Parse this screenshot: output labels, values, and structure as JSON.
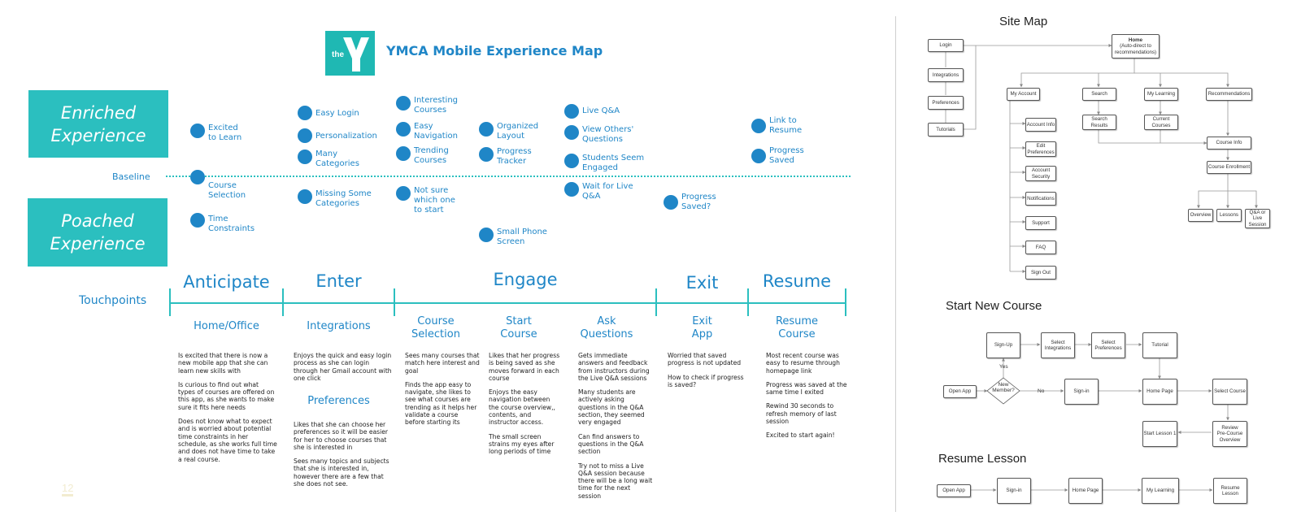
{
  "journey": {
    "title": "YMCA Mobile Experience Map",
    "logo_text": "the",
    "enriched": "Enriched\nExperience",
    "poached": "Poached\nExperience",
    "baseline": "Baseline",
    "touchpoints": "Touchpoints",
    "page_number": "12",
    "emotions": [
      {
        "label": "Excited\n to  Learn"
      },
      {
        "label": "Course\nSelection"
      },
      {
        "label": "Time\nConstraints"
      },
      {
        "label": "Easy Login"
      },
      {
        "label": "Personalization"
      },
      {
        "label": "Many\nCategories"
      },
      {
        "label": "Missing Some\nCategories"
      },
      {
        "label": "Interesting\nCourses"
      },
      {
        "label": "Easy\nNavigation"
      },
      {
        "label": "Trending\nCourses"
      },
      {
        "label": "Not sure\nwhich one\nto start"
      },
      {
        "label": "Organized\nLayout"
      },
      {
        "label": "Progress\nTracker"
      },
      {
        "label": "Small Phone\nScreen"
      },
      {
        "label": "Live Q&A"
      },
      {
        "label": "View Others'\nQuestions"
      },
      {
        "label": "Students Seem\nEngaged"
      },
      {
        "label": "Wait for Live\nQ&A"
      },
      {
        "label": "Progress\nSaved?"
      },
      {
        "label": "Link to\nResume"
      },
      {
        "label": "Progress\nSaved"
      }
    ],
    "stages": [
      "Anticipate",
      "Enter",
      "Engage",
      "Exit",
      "Resume"
    ],
    "subs": [
      {
        "title": "Home/Office",
        "desc": [
          "Is excited that there is now a new mobile app that she can learn new skills with",
          "Is curious to find out what types of courses are offered on this app, as she wants to make sure it fits here needs",
          "Does not know what to expect and is worried about potential time constraints in her schedule, as she works full time and does not have time to take a real course."
        ]
      },
      {
        "title": "Integrations",
        "desc": [
          "Enjoys the quick and easy login process as she can login through her Gmail account with one click"
        ]
      },
      {
        "title": "Preferences",
        "desc": [
          "Likes that she can choose her preferences so it will be easier for her to choose courses that she is interested in",
          "Sees many topics and subjects that she is interested in, however there are a few that she does not see."
        ]
      },
      {
        "title": "Course\nSelection",
        "desc": [
          "Sees many courses that match here interest and goal",
          "Finds the app easy to navigate, she likes to see what courses are trending as it helps her validate a course before starting its"
        ]
      },
      {
        "title": "Start\nCourse",
        "desc": [
          "Likes that her progress is being saved as she moves forward in each course",
          "Enjoys the easy navigation between  the course overview,, contents, and instructor access.",
          "The small screen strains my eyes after long periods of time"
        ]
      },
      {
        "title": "Ask\nQuestions",
        "desc": [
          "Gets immediate answers and feedback from instructors during the Live Q&A sessions",
          "Many students are actively asking questions in the Q&A section, they seemed very engaged",
          "Can find answers to questions in the Q&A section",
          "Try not to miss a Live Q&A session because there will be a long wait time for the next session"
        ]
      },
      {
        "title": "Exit\nApp",
        "desc": [
          "Worried that saved progress is not updated",
          "How to check if progress is saved?"
        ]
      },
      {
        "title": "Resume\nCourse",
        "desc": [
          "Most recent course was easy to resume through homepage link",
          "Progress was saved at the same time I exited",
          "Rewind 30 seconds to refresh memory of last session",
          "Excited to start again!"
        ]
      }
    ]
  },
  "sitemap": {
    "title": "Site Map",
    "nodes": {
      "login": "Login",
      "integrations": "Integrations",
      "preferences": "Preferences",
      "tutorials": "Tutorials",
      "home_bold": "Home",
      "home_sub": "(Auto-direct to\nrecommendations)",
      "my_account": "My Account",
      "search": "Search",
      "my_learning": "My Learning",
      "recommendations": "Recommendations",
      "search_results": "Search\nResults",
      "current_courses": "Current\nCourses",
      "account_info": "Account Info",
      "edit_preferences": "Edit\nPreferences",
      "account_security": "Account\nSecurity",
      "notifications": "Notifications",
      "support": "Support",
      "faq": "FAQ",
      "sign_out": "Sign Out",
      "course_info": "Course Info",
      "course_enrollment": "Course Enrollment",
      "overview": "Overview",
      "lessons": "Lessons",
      "qa_live": "Q&A or\nLive\nSession"
    }
  },
  "start_course": {
    "title": "Start New Course",
    "nodes": {
      "sign_up": "Sign-Up",
      "select_integrations": "Select\nIntegrations",
      "select_preferences": "Select\nPreferences",
      "tutorial": "Tutorial",
      "open_app": "Open App",
      "new_member": "New\nMember?",
      "yes": "Yes",
      "no": "No",
      "sign_in": "Sign-in",
      "home_page": "Home Page",
      "select_course": "Select Course",
      "review": "Review\nPre-Course\nOverview",
      "start_lesson": "Start Lesson 1"
    }
  },
  "resume_lesson": {
    "title": "Resume Lesson",
    "nodes": {
      "open_app": "Open App",
      "sign_in": "Sign-in",
      "home_page": "Home Page",
      "my_learning": "My Learning",
      "resume": "Resume\nLesson"
    }
  }
}
